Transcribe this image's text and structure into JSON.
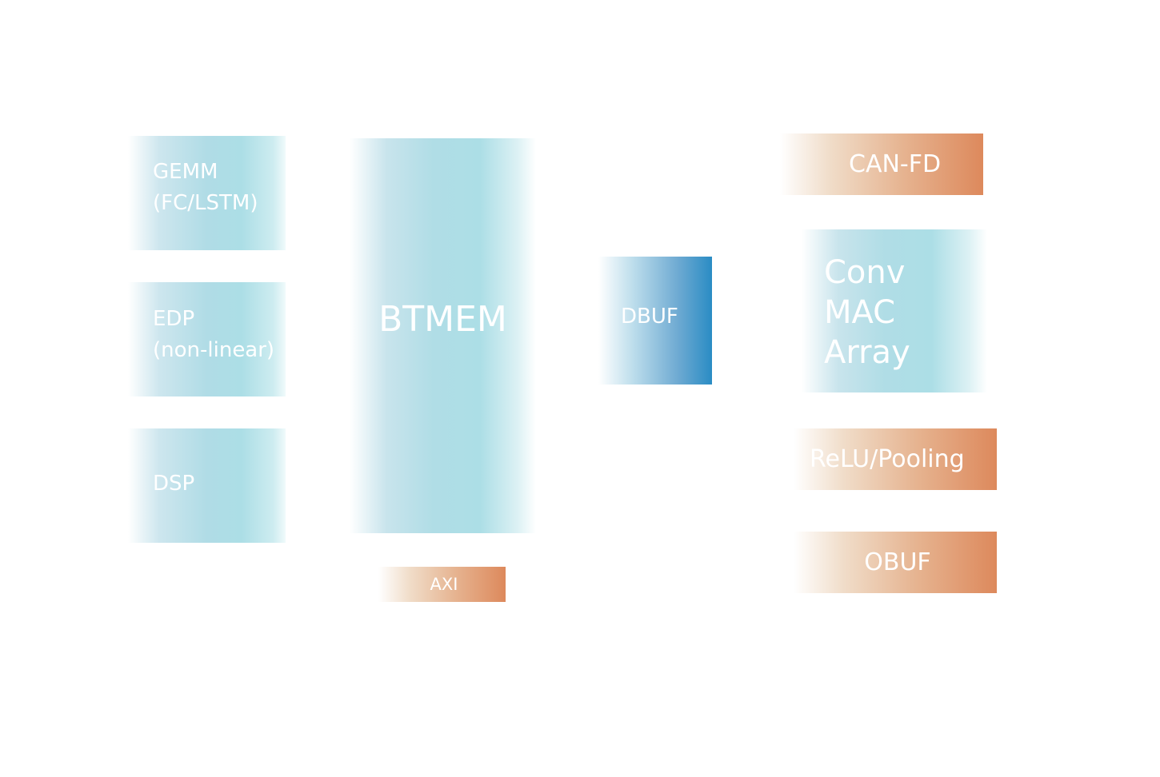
{
  "diagram": {
    "title": "",
    "blocks": {
      "gemm": {
        "label_line1": "GEMM",
        "label_line2": "(FC/LSTM)"
      },
      "edp": {
        "label_line1": "EDP",
        "label_line2": "(non-linear)"
      },
      "dsp": {
        "label": "DSP"
      },
      "btmem": {
        "label": "BTMEM"
      },
      "axi": {
        "label": "AXI"
      },
      "dbuf": {
        "label": "DBUF"
      },
      "can_fd": {
        "label": "CAN-FD"
      },
      "conv_mac": {
        "label_line1": "Conv",
        "label_line2": "MAC",
        "label_line3": "Array"
      },
      "relu_pooling": {
        "label": "ReLU/Pooling"
      },
      "obuf": {
        "label": "OBUF"
      }
    },
    "colors": {
      "teal": "#ACDEE6",
      "orange": "#DD895C",
      "blue": "#2A8CC4",
      "text": "#FFFFFF"
    }
  }
}
